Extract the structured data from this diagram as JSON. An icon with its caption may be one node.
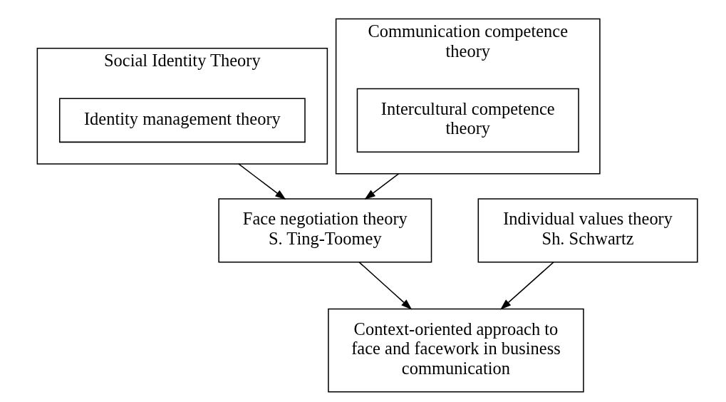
{
  "diagram": {
    "nodes": [
      {
        "text": [
          "Social Identity Theory"
        ]
      },
      {
        "text": [
          "Identity management theory"
        ],
        "in": 0
      },
      {
        "text": [
          "Communication competence theory"
        ]
      },
      {
        "text": [
          "Intercultural competence theory"
        ],
        "in": 2
      },
      {
        "text": [
          "Individual values theory",
          "Sh. Schwartz"
        ]
      },
      {
        "text": [
          "Face negotiation theory",
          "S. Ting-Toomey"
        ]
      },
      {
        "text": [
          "Context-oriented approach to face and facework in business communication"
        ]
      }
    ],
    "edges": [
      {
        "from": 0,
        "to": 5,
        "arrow": "to"
      },
      {
        "from": 2,
        "to": 5,
        "arrow": "to"
      },
      {
        "from": 4,
        "to": 6,
        "arrow": "to"
      },
      {
        "from": 5,
        "to": 6,
        "arrow": "to"
      }
    ]
  }
}
